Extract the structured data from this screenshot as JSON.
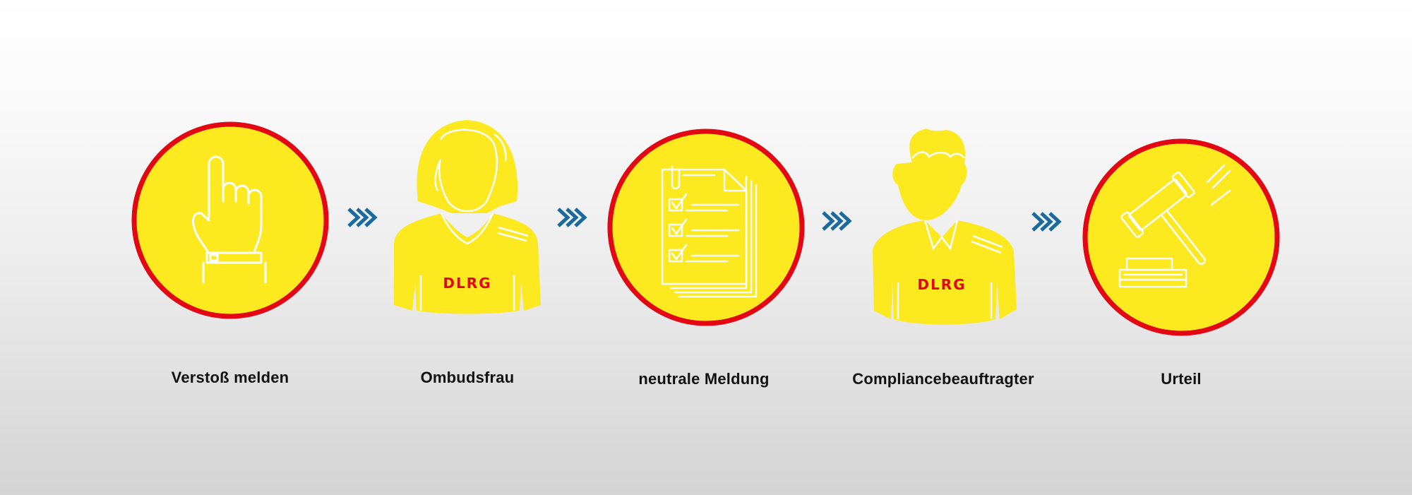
{
  "steps": [
    {
      "label": "Verstoß melden",
      "icon": "pointing-hand-icon"
    },
    {
      "label": "Ombudsfrau",
      "icon": "woman-avatar-icon",
      "shirt_text": "DLRG"
    },
    {
      "label": "neutrale Meldung",
      "icon": "checklist-document-icon"
    },
    {
      "label": "Compliancebeauftragter",
      "icon": "man-avatar-icon",
      "shirt_text": "DLRG"
    },
    {
      "label": "Urteil",
      "icon": "gavel-icon"
    }
  ],
  "connectors": [
    "chevron-arrows-icon",
    "chevron-arrows-icon",
    "chevron-arrows-icon",
    "chevron-arrows-icon"
  ],
  "colors": {
    "yellow": "#FCE920",
    "red": "#E30613",
    "blue": "#1A6A9E",
    "line": "#FFFFFF",
    "text": "#111111"
  }
}
